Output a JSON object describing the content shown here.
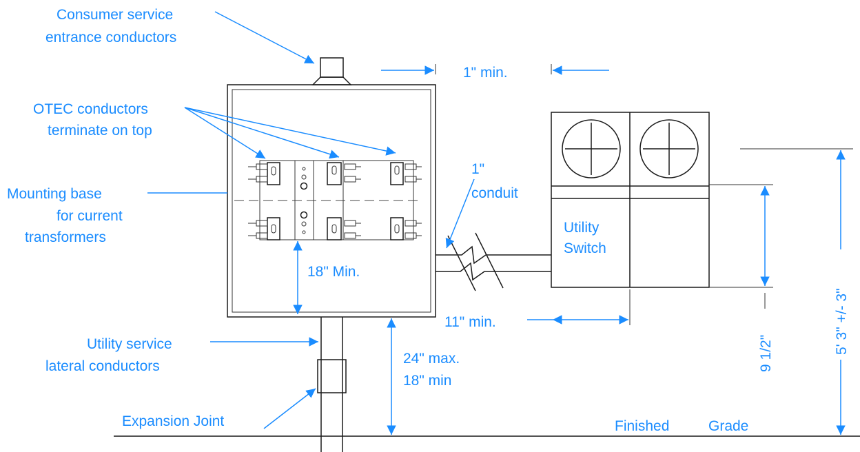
{
  "labels": {
    "consumer_line1": "Consumer service",
    "consumer_line2": "entrance conductors",
    "one_inch_min": "1\" min.",
    "otec_line1": "OTEC conductors",
    "otec_line2": "terminate on top",
    "mounting_line1": "Mounting base",
    "mounting_line2": "for current",
    "mounting_line3": "transformers",
    "conduit_line1": "1\"",
    "conduit_line2": "conduit",
    "utility_switch_line1": "Utility",
    "utility_switch_line2": "Switch",
    "eighteen_min": "18\" Min.",
    "eleven_min": "11\" min.",
    "utility_lateral_line1": "Utility service",
    "utility_lateral_line2": "lateral conductors",
    "clearance_line1": "24\" max.",
    "clearance_line2": "18\" min",
    "nine_half": "9 1/2\"",
    "height_range": "5' 3\" +/- 3\"",
    "expansion_joint": "Expansion Joint",
    "finished": "Finished",
    "grade": "Grade"
  },
  "colors": {
    "label": "#1a8cff",
    "line": "#1a1a1a"
  }
}
